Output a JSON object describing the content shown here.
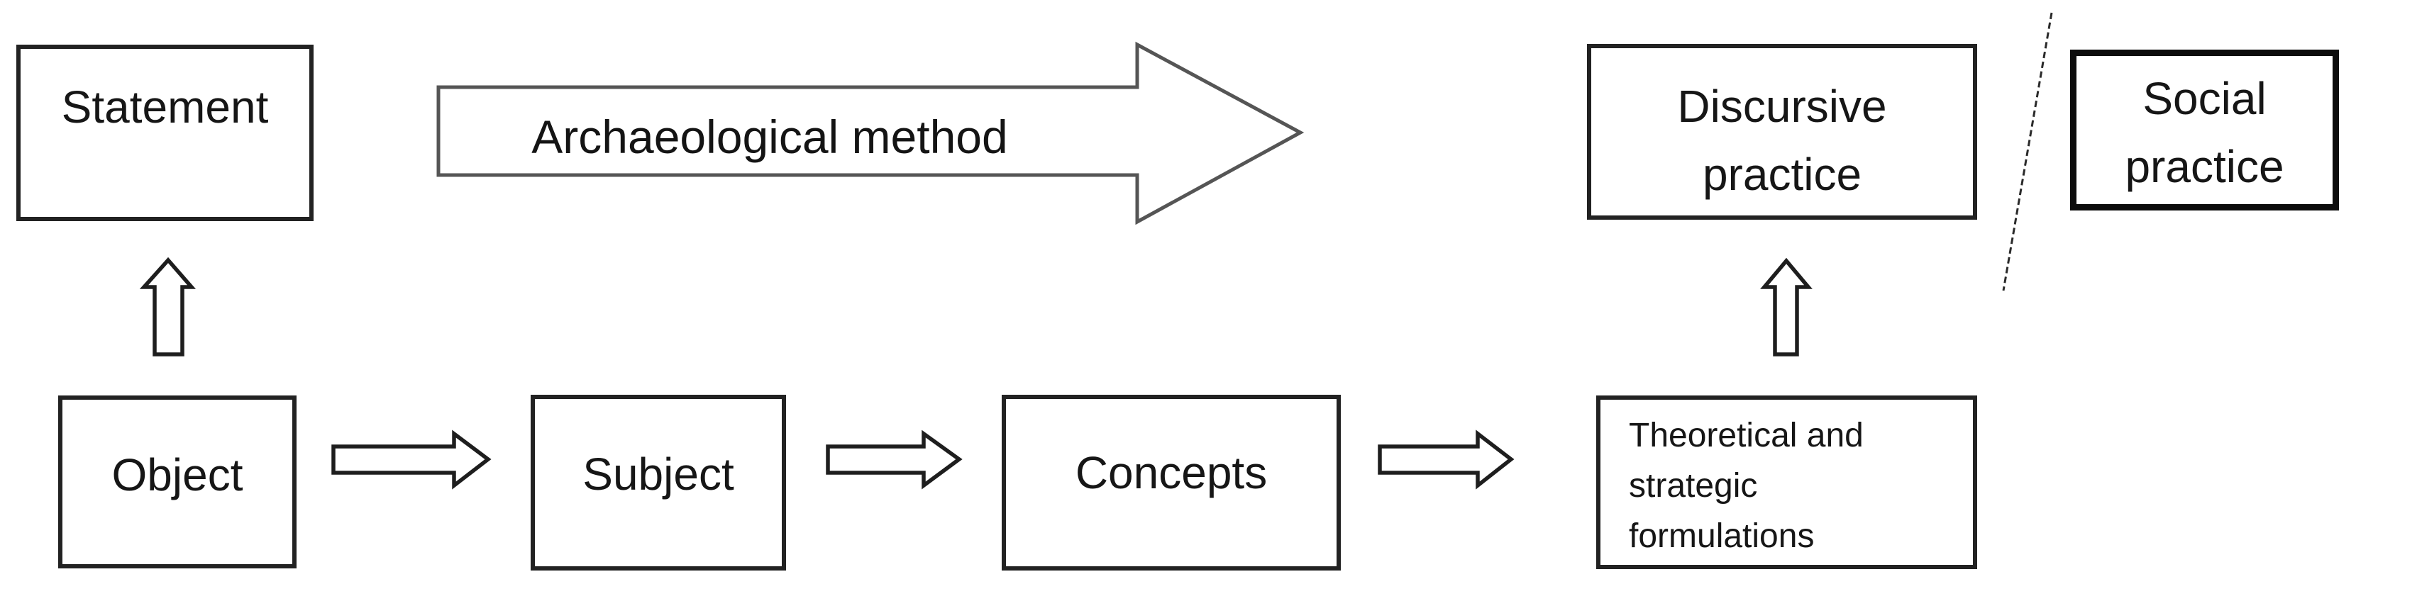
{
  "diagram": {
    "title": "Archaeological method discourse diagram",
    "labels": {
      "statement": "Statement",
      "object": "Object",
      "subject": "Subject",
      "concepts": "Concepts",
      "theoretical_line1": "Theoretical and",
      "theoretical_line2": "strategic",
      "theoretical_line3": "formulations",
      "discursive_line1": "Discursive",
      "discursive_line2": "practice",
      "social_line1": "Social",
      "social_line2": "practice",
      "method_arrow": "Archaeological method"
    },
    "icons": [
      "block-arrow-right-icon",
      "up-arrow-icon",
      "right-arrow-icon",
      "diagonal-divider-line"
    ],
    "colors": {
      "background": "#ffffff",
      "box_border": "#222222",
      "social_box_border": "#0c0c0c",
      "ink": "#161616",
      "block_arrow_outline": "#555555",
      "small_arrow_outline": "#1e1e1e",
      "divider_line": "#2a2a2a"
    }
  }
}
